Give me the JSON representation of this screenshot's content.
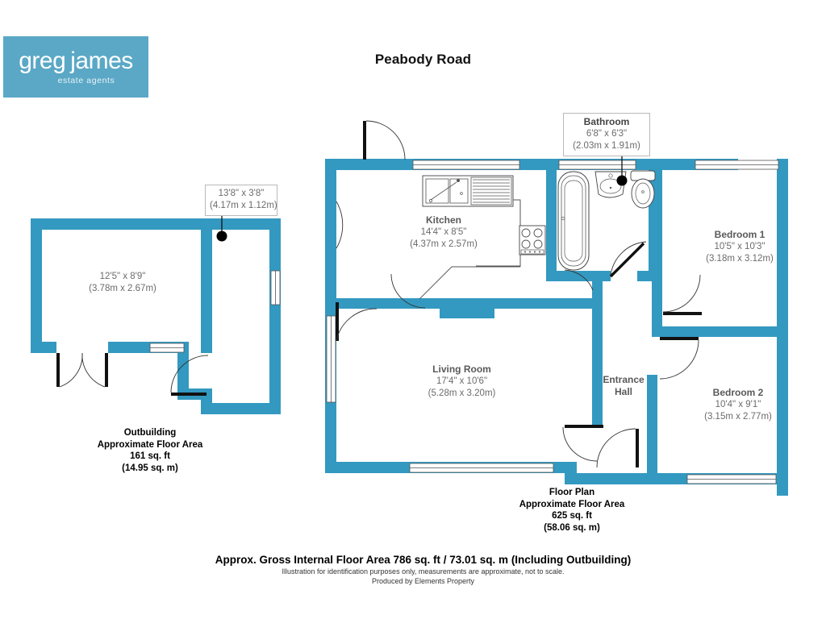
{
  "branding": {
    "logo_word_1": "greg",
    "logo_word_2": "james",
    "logo_tagline": "estate agents",
    "logo_bg_color": "#5aa8c6"
  },
  "header": {
    "title": "Peabody Road"
  },
  "colors": {
    "wall": "#3399c0",
    "room_text": "#6b6b6b",
    "label_border": "#b9b9b9",
    "marker": "#000000"
  },
  "floorplan": {
    "rooms": [
      {
        "id": "bathroom",
        "name": "Bathroom",
        "dims_imperial": "6'8\" x 6'3\"",
        "dims_metric": "(2.03m x 1.91m)",
        "boxed": true
      },
      {
        "id": "kitchen",
        "name": "Kitchen",
        "dims_imperial": "14'4\" x 8'5\"",
        "dims_metric": "(4.37m x 2.57m)",
        "boxed": false
      },
      {
        "id": "living-room",
        "name": "Living Room",
        "dims_imperial": "17'4\" x 10'6\"",
        "dims_metric": "(5.28m x 3.20m)",
        "boxed": false
      },
      {
        "id": "bedroom-1",
        "name": "Bedroom 1",
        "dims_imperial": "10'5\" x 10'3\"",
        "dims_metric": "(3.18m x 3.12m)",
        "boxed": false
      },
      {
        "id": "bedroom-2",
        "name": "Bedroom 2",
        "dims_imperial": "10'4\" x 9'1\"",
        "dims_metric": "(3.15m x 2.77m)",
        "boxed": false
      },
      {
        "id": "entrance-hall",
        "name_line_1": "Entrance",
        "name_line_2": "Hall"
      },
      {
        "id": "outbuilding-main",
        "dims_imperial": "12'5\" x 8'9\"",
        "dims_metric": "(3.78m x 2.67m)",
        "boxed": false
      },
      {
        "id": "outbuilding-store",
        "dims_imperial": "13'8\" x 3'8\"",
        "dims_metric": "(4.17m x 1.12m)",
        "boxed": true
      }
    ],
    "fixtures": [
      "sink-unit",
      "hob",
      "bath",
      "washbasin",
      "toilet"
    ]
  },
  "areas": {
    "outbuilding": {
      "line_1": "Outbuilding",
      "line_2": "Approximate Floor Area",
      "line_3": "161 sq. ft",
      "line_4": "(14.95 sq. m)"
    },
    "floorplan": {
      "line_1": "Floor Plan",
      "line_2": "Approximate Floor Area",
      "line_3": "625 sq. ft",
      "line_4": "(58.06 sq. m)"
    }
  },
  "footer": {
    "gross_area": "Approx. Gross Internal Floor Area 786 sq. ft / 73.01 sq. m (Including Outbuilding)",
    "disclaimer": "Illustration for identification purposes only, measurements are approximate, not to scale.",
    "producer": "Produced by Elements Property"
  }
}
